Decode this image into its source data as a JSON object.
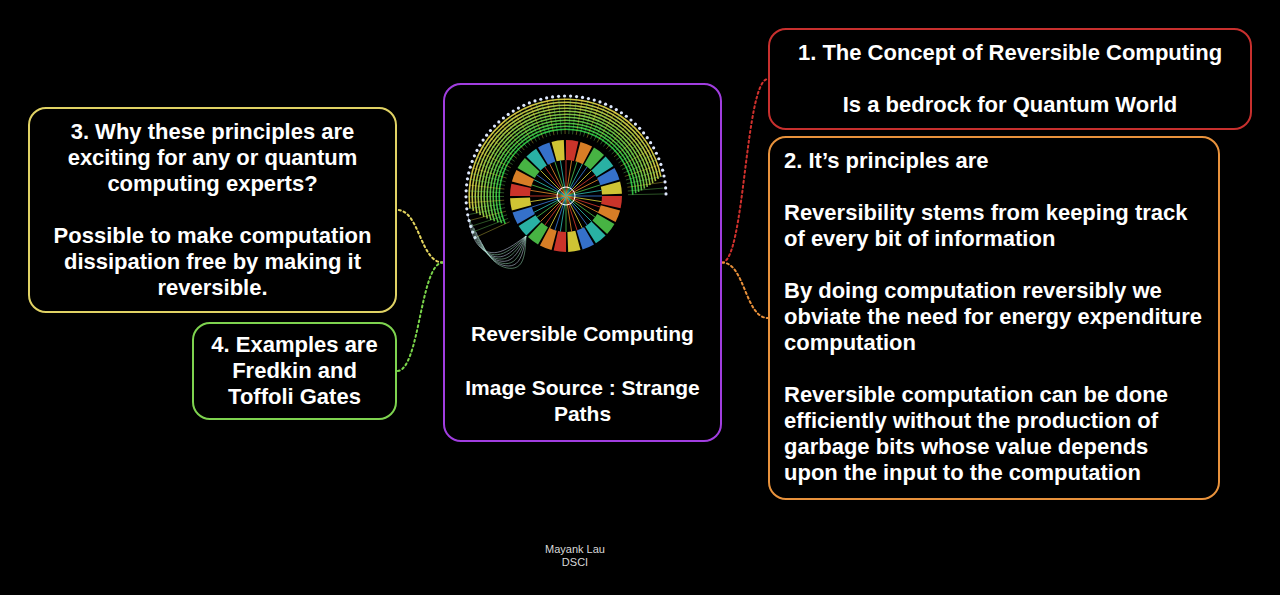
{
  "diagram": {
    "nodes": [
      {
        "text": [
          "Reversible Computing",
          "Image Source : Strange Paths"
        ]
      },
      {
        "text": [
          "1. The Concept of Reversible Computing",
          "Is a bedrock for Quantum World"
        ]
      },
      {
        "text": [
          "2. It’s principles are",
          "Reversibility stems from keeping track of every bit of information",
          "By doing computation reversibly we obviate the need for energy expenditure computation",
          "Reversible computation can be done efficiently without the production of garbage bits whose value depends upon the input to the computation"
        ]
      },
      {
        "text": [
          "3. Why these principles are exciting for any or quantum computing experts?",
          "Possible to make computation dissipation free by making it reversible."
        ]
      },
      {
        "text": [
          "4. Examples are Fredkin and Toffoli Gates"
        ]
      }
    ],
    "edges": [
      {
        "from": 0,
        "to": 1,
        "arrow": "none"
      },
      {
        "from": 0,
        "to": 2,
        "arrow": "none"
      },
      {
        "from": 0,
        "to": 3,
        "arrow": "none"
      },
      {
        "from": 0,
        "to": 4,
        "arrow": "none"
      }
    ],
    "labels": [
      "Mayank Lau",
      "DSCI"
    ]
  }
}
